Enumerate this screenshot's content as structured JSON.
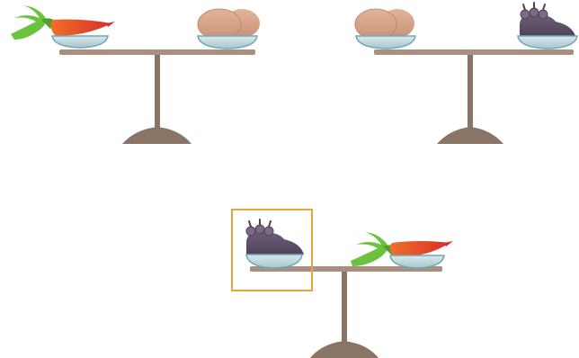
{
  "scene": {
    "balances": [
      {
        "name": "balance-1",
        "left_item": "carrot",
        "right_item": "potatoes"
      },
      {
        "name": "balance-2",
        "left_item": "potatoes",
        "right_item": "eggplant"
      },
      {
        "name": "balance-3",
        "left_item": "eggplant",
        "right_item": "carrot"
      }
    ],
    "selected": "eggplant",
    "colors": {
      "highlight": "#e8a23e",
      "beam": "#a98f7f",
      "stand": "#8a7466",
      "bowl": "#cfe0e3",
      "bowl_rim": "#6fa9b4",
      "carrot": "#e0452b",
      "carrot_leaf": "#5fb43a",
      "potato": "#d7a98a",
      "eggplant": "#6b5a70"
    }
  }
}
